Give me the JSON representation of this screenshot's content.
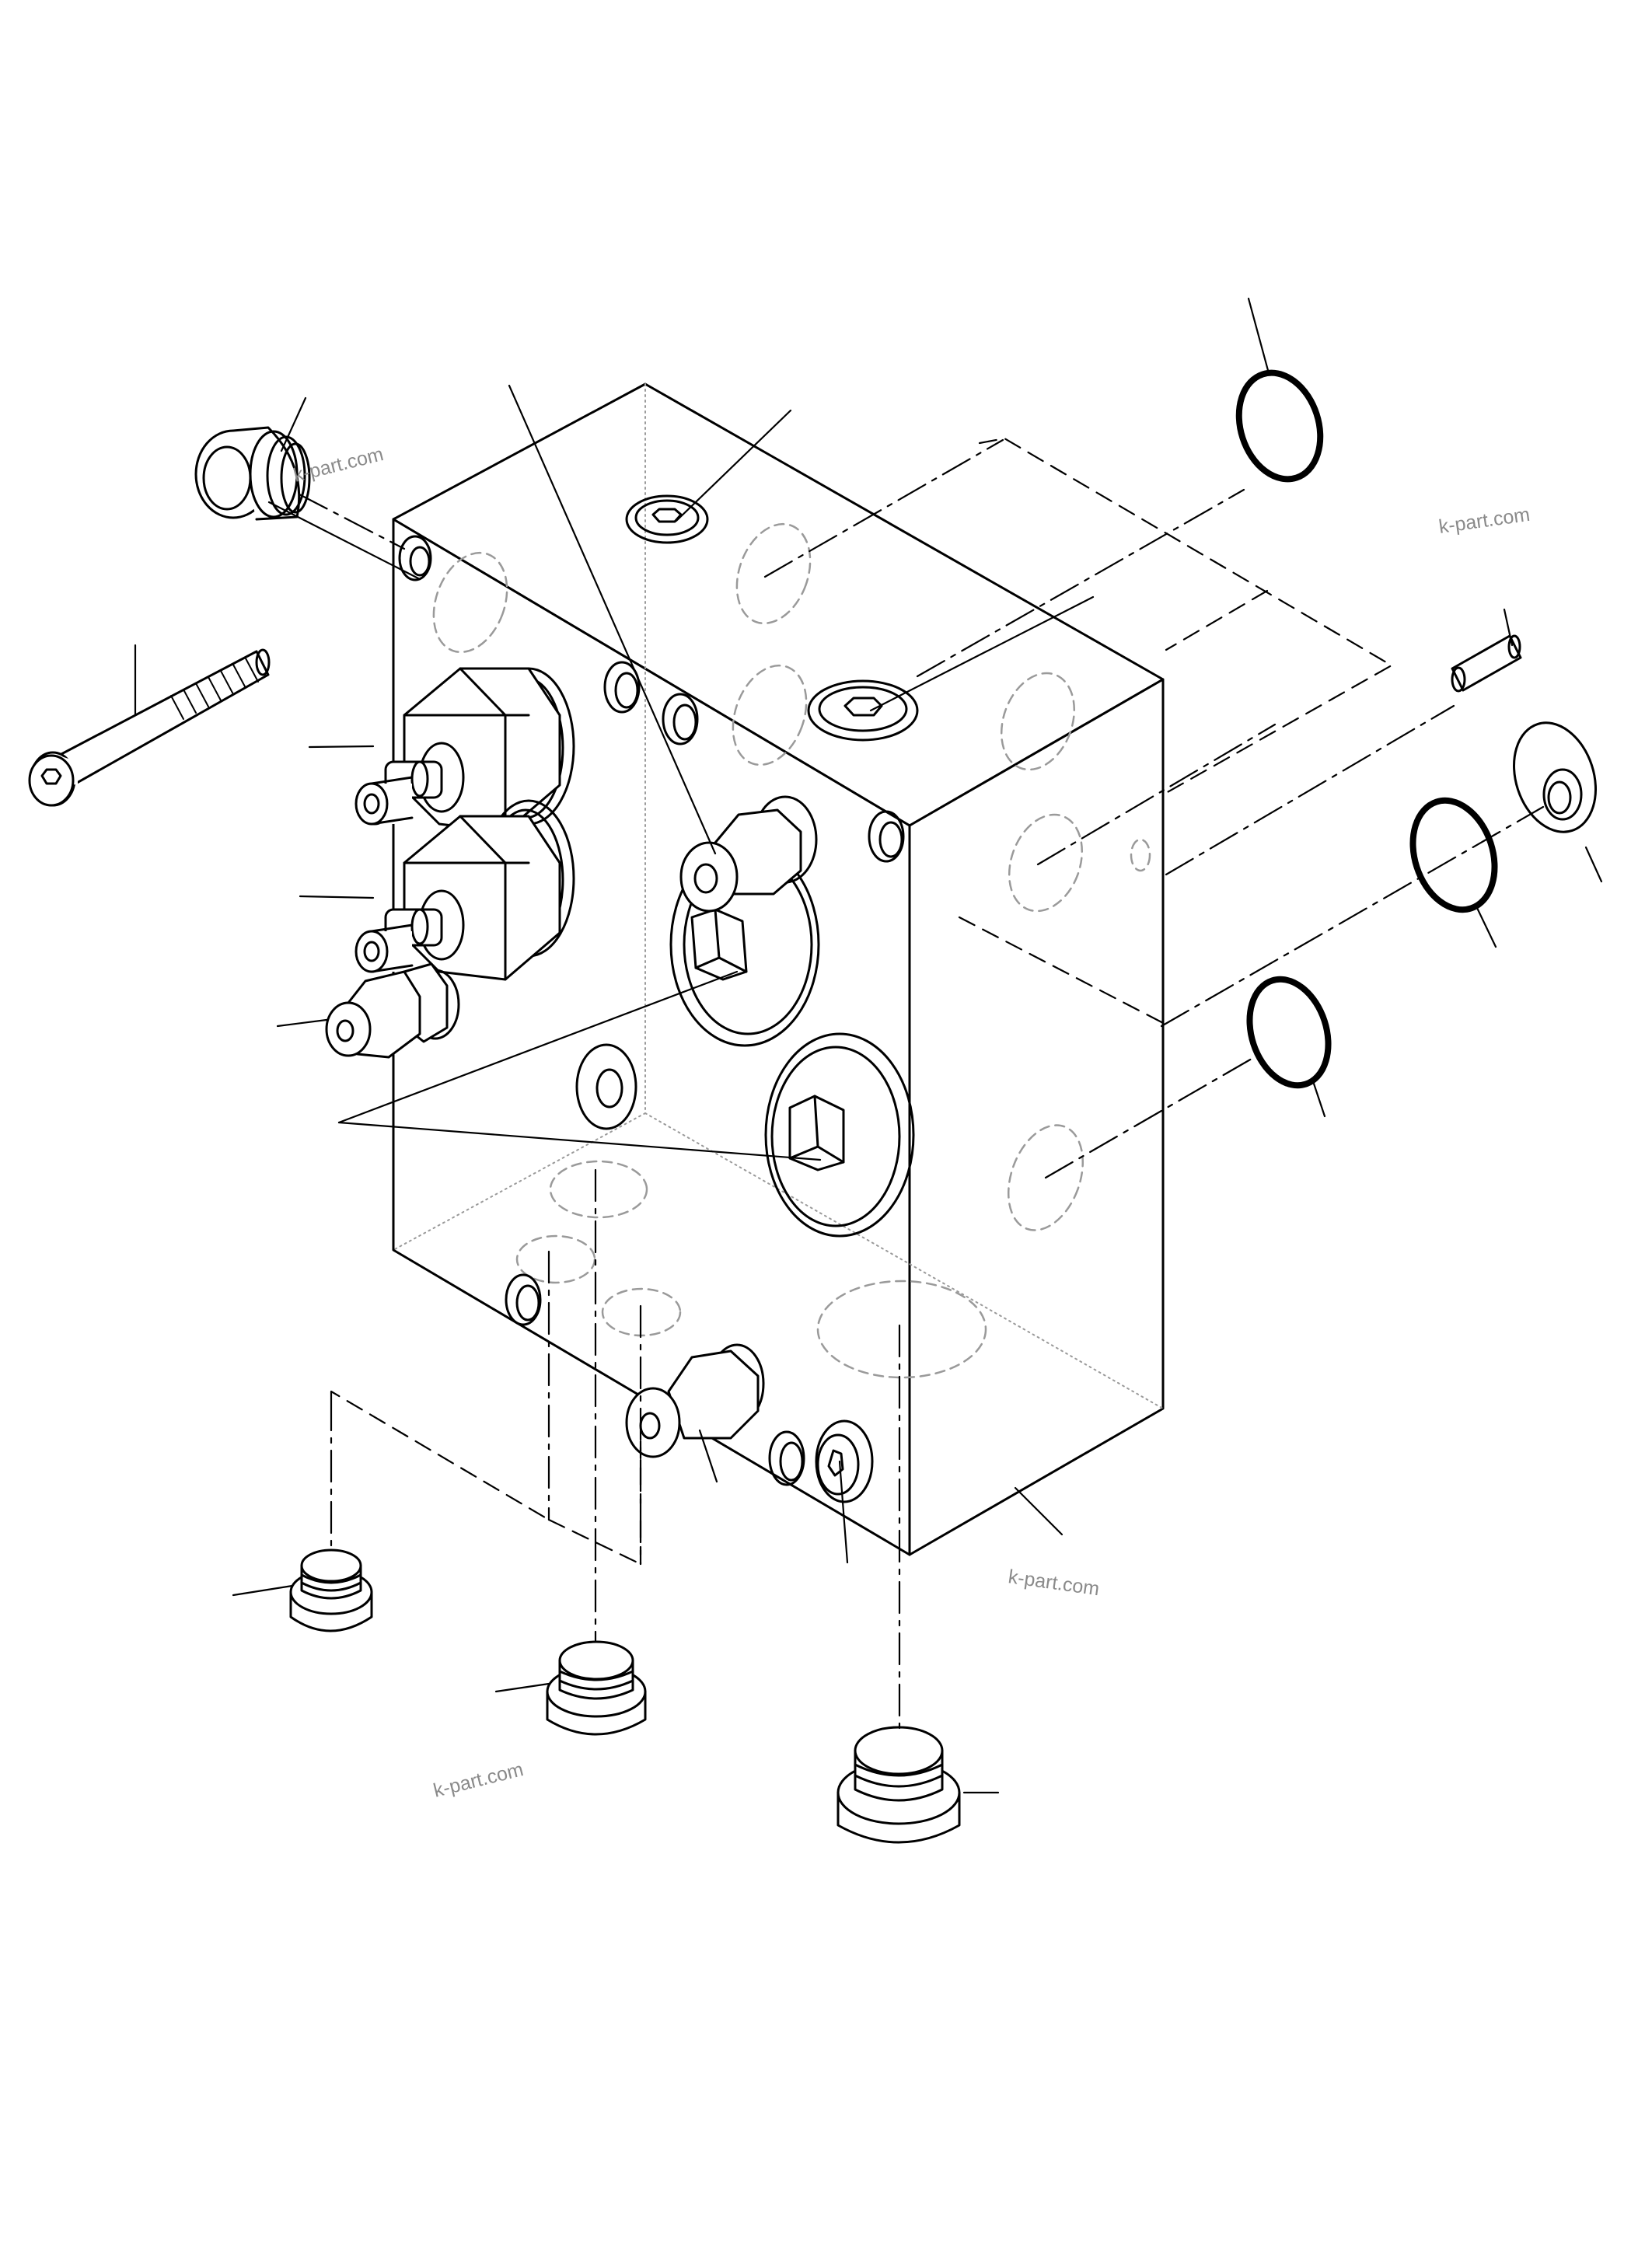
{
  "diagram": {
    "watermarks": [
      "k-part.com",
      "k-part.com",
      "k-part.com",
      "k-part.com"
    ],
    "line_color": "#000000",
    "hidden_line_color": "#9a9a9a",
    "watermark_color": "#8a8a8a",
    "parts": [
      "valve-block",
      "cap-screw",
      "plug-top-left",
      "o-ring-top-right",
      "dowel-pin",
      "seal-washer-right",
      "o-ring-right-mid",
      "o-ring-right-low",
      "cartridge-valve-upper",
      "cartridge-valve-lower",
      "plug-left-small",
      "hex-plug-front-upper",
      "hex-plug-front-lower",
      "fitting-front",
      "fitting-bottom",
      "hex-socket-plug-bottom",
      "plug-bottom-left",
      "plug-bottom-mid",
      "plug-bottom-right",
      "socket-head-top",
      "socket-head-mid"
    ]
  }
}
